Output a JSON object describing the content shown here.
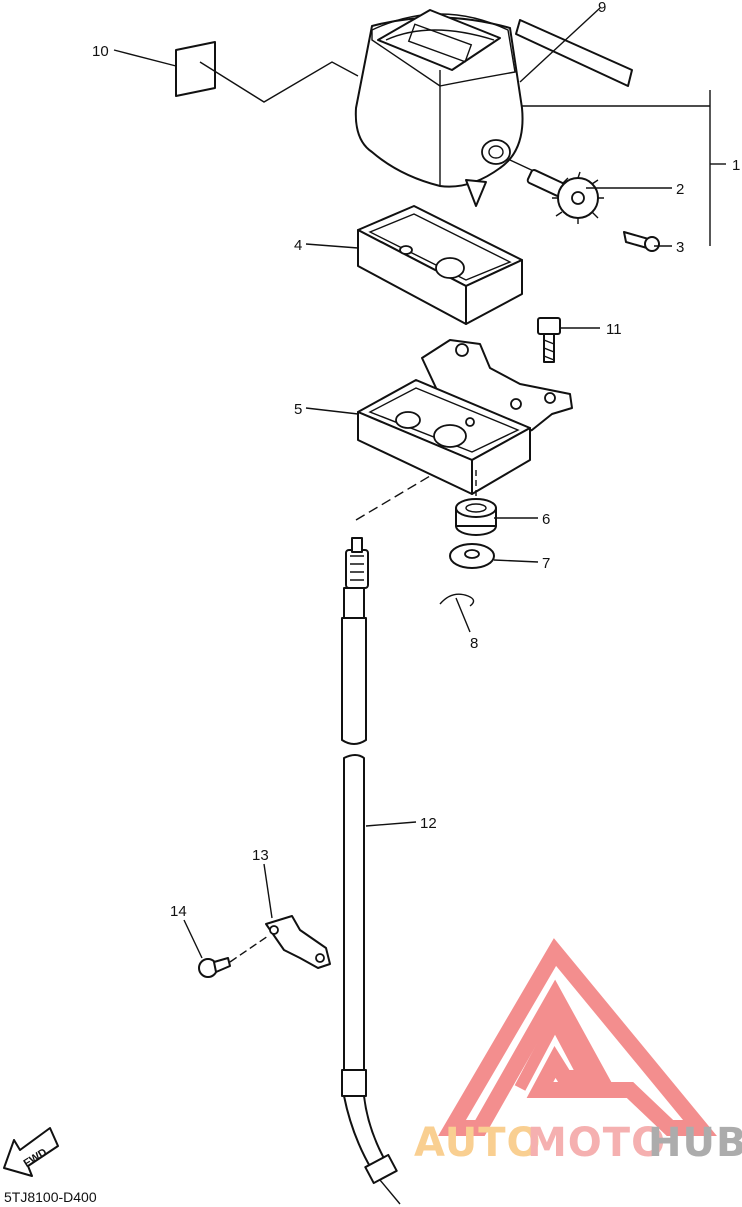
{
  "diagram": {
    "drawing_code": "5TJ8100-D400",
    "direction_tag": "FWD",
    "callouts": [
      {
        "id": "1",
        "label": "1"
      },
      {
        "id": "2",
        "label": "2"
      },
      {
        "id": "3",
        "label": "3"
      },
      {
        "id": "4",
        "label": "4"
      },
      {
        "id": "5",
        "label": "5"
      },
      {
        "id": "6",
        "label": "6"
      },
      {
        "id": "7",
        "label": "7"
      },
      {
        "id": "8",
        "label": "8"
      },
      {
        "id": "9",
        "label": "9"
      },
      {
        "id": "10",
        "label": "10"
      },
      {
        "id": "11",
        "label": "11"
      },
      {
        "id": "12",
        "label": "12"
      },
      {
        "id": "13",
        "label": "13"
      },
      {
        "id": "14",
        "label": "14"
      }
    ]
  },
  "watermark": {
    "brand_part1": "AUTO",
    "brand_part2": "MOTO",
    "brand_part3": "HUB",
    "color_auto": "#f9c77e",
    "color_moto": "#f4a3a3",
    "color_hub": "#9e9e9e",
    "logo_color": "#f27b7b"
  }
}
